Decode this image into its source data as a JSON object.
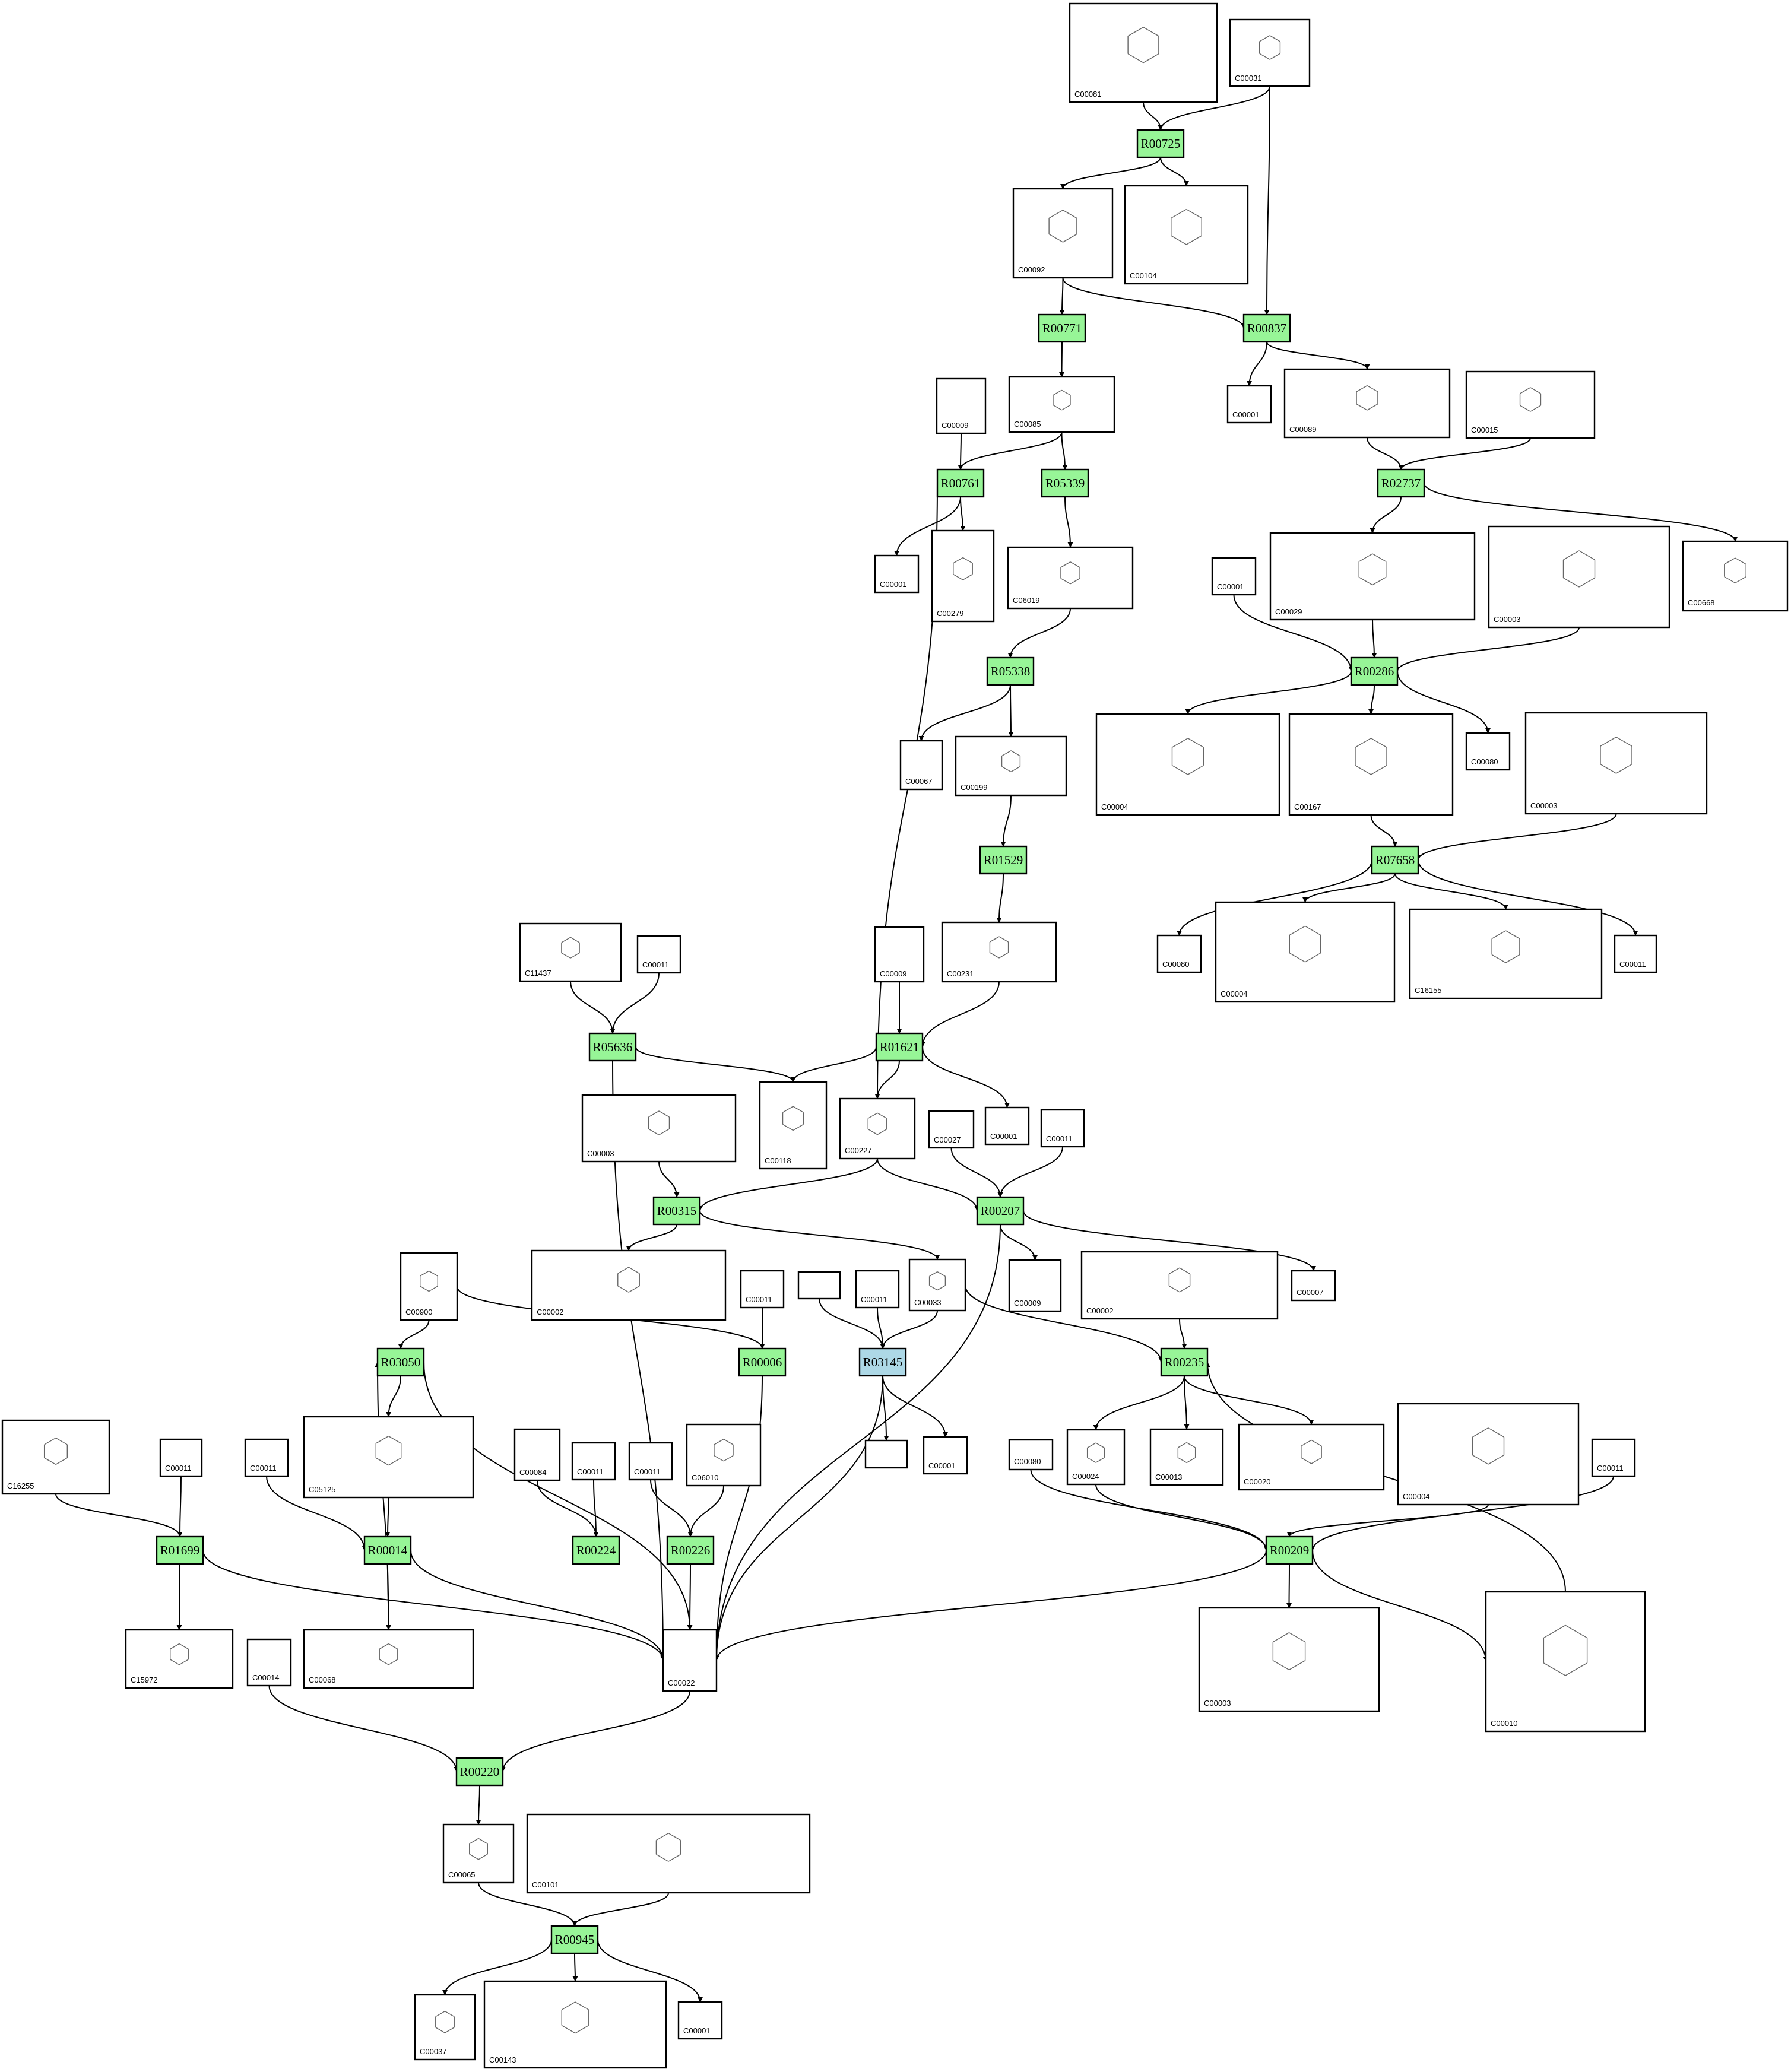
{
  "colors": {
    "reaction_fill": "#97f597",
    "reaction_highlight_fill": "#add8e6",
    "box_stroke": "#000000",
    "edge": "#000000",
    "background": "#ffffff"
  },
  "compounds": {
    "C00081": {
      "id": "C00081"
    },
    "C00031": {
      "id": "C00031"
    },
    "C00092": {
      "id": "C00092"
    },
    "C00104": {
      "id": "C00104"
    },
    "C00089": {
      "id": "C00089"
    },
    "C00015": {
      "id": "C00015"
    },
    "C00001_a": {
      "id": "C00001"
    },
    "C00009_a": {
      "id": "C00009"
    },
    "C00085": {
      "id": "C00085"
    },
    "C00001_b": {
      "id": "C00001"
    },
    "C00279": {
      "id": "C00279"
    },
    "C06019": {
      "id": "C06019"
    },
    "C00029": {
      "id": "C00029"
    },
    "C00003_a": {
      "id": "C00003"
    },
    "C00668": {
      "id": "C00668"
    },
    "C00001_c": {
      "id": "C00001"
    },
    "C00067": {
      "id": "C00067"
    },
    "C00199": {
      "id": "C00199"
    },
    "C00004_a": {
      "id": "C00004"
    },
    "C00167": {
      "id": "C00167"
    },
    "C00080_a": {
      "id": "C00080"
    },
    "C00003_b": {
      "id": "C00003"
    },
    "C11437": {
      "id": "C11437"
    },
    "C00011_a": {
      "id": "C00011"
    },
    "C00009_b": {
      "id": "C00009"
    },
    "C00231": {
      "id": "C00231"
    },
    "C00080_b": {
      "id": "C00080"
    },
    "C00004_b": {
      "id": "C00004"
    },
    "C16155": {
      "id": "C16155"
    },
    "C00011_b": {
      "id": "C00011"
    },
    "C00003_c": {
      "id": "C00003"
    },
    "C00118": {
      "id": "C00118"
    },
    "C00227": {
      "id": "C00227"
    },
    "C00027": {
      "id": "C00027"
    },
    "C00001_d": {
      "id": "C00001"
    },
    "C00011_c": {
      "id": "C00011"
    },
    "C00002_a": {
      "id": "C00002"
    },
    "C00009_c": {
      "id": "C00009"
    },
    "C00002_b": {
      "id": "C00002"
    },
    "C00007": {
      "id": "C00007"
    },
    "C00900": {
      "id": "C00900"
    },
    "C00011_d": {
      "id": "C00011"
    },
    "blank_a": {
      "id": ""
    },
    "C00011_e": {
      "id": "C00011"
    },
    "C00033": {
      "id": "C00033"
    },
    "C16255": {
      "id": "C16255"
    },
    "C00011_f": {
      "id": "C00011"
    },
    "C00011_g": {
      "id": "C00011"
    },
    "C05125": {
      "id": "C05125"
    },
    "C00084": {
      "id": "C00084"
    },
    "C00011_h": {
      "id": "C00011"
    },
    "C00011_i": {
      "id": "C00011"
    },
    "C06010": {
      "id": "C06010"
    },
    "blank_b": {
      "id": ""
    },
    "C00001_e": {
      "id": "C00001"
    },
    "C00080_c": {
      "id": "C00080"
    },
    "C00024": {
      "id": "C00024"
    },
    "C00013": {
      "id": "C00013"
    },
    "C00020": {
      "id": "C00020"
    },
    "C00004_c": {
      "id": "C00004"
    },
    "C00011_j": {
      "id": "C00011"
    },
    "C15972": {
      "id": "C15972"
    },
    "C00068": {
      "id": "C00068"
    },
    "C00014": {
      "id": "C00014"
    },
    "C00022": {
      "id": "C00022"
    },
    "C00003_d": {
      "id": "C00003"
    },
    "C00010": {
      "id": "C00010"
    },
    "C00065": {
      "id": "C00065"
    },
    "C00101": {
      "id": "C00101"
    },
    "C00037": {
      "id": "C00037"
    },
    "C00143": {
      "id": "C00143"
    },
    "C00001_f": {
      "id": "C00001"
    }
  },
  "reactions": {
    "R00725": {
      "label": "R00725"
    },
    "R00771": {
      "label": "R00771"
    },
    "R00837": {
      "label": "R00837"
    },
    "R00761": {
      "label": "R00761"
    },
    "R05339": {
      "label": "R05339"
    },
    "R02737": {
      "label": "R02737"
    },
    "R05338": {
      "label": "R05338"
    },
    "R00286": {
      "label": "R00286"
    },
    "R01529": {
      "label": "R01529"
    },
    "R07658": {
      "label": "R07658"
    },
    "R05636": {
      "label": "R05636"
    },
    "R01621": {
      "label": "R01621"
    },
    "R00315": {
      "label": "R00315"
    },
    "R00207": {
      "label": "R00207"
    },
    "R03050": {
      "label": "R03050"
    },
    "R00006": {
      "label": "R00006"
    },
    "R03145": {
      "label": "R03145",
      "highlight": true
    },
    "R00235": {
      "label": "R00235"
    },
    "R01699": {
      "label": "R01699"
    },
    "R00014": {
      "label": "R00014"
    },
    "R00224": {
      "label": "R00224"
    },
    "R00226": {
      "label": "R00226"
    },
    "R00209": {
      "label": "R00209"
    },
    "R00220": {
      "label": "R00220"
    },
    "R00945": {
      "label": "R00945"
    }
  }
}
